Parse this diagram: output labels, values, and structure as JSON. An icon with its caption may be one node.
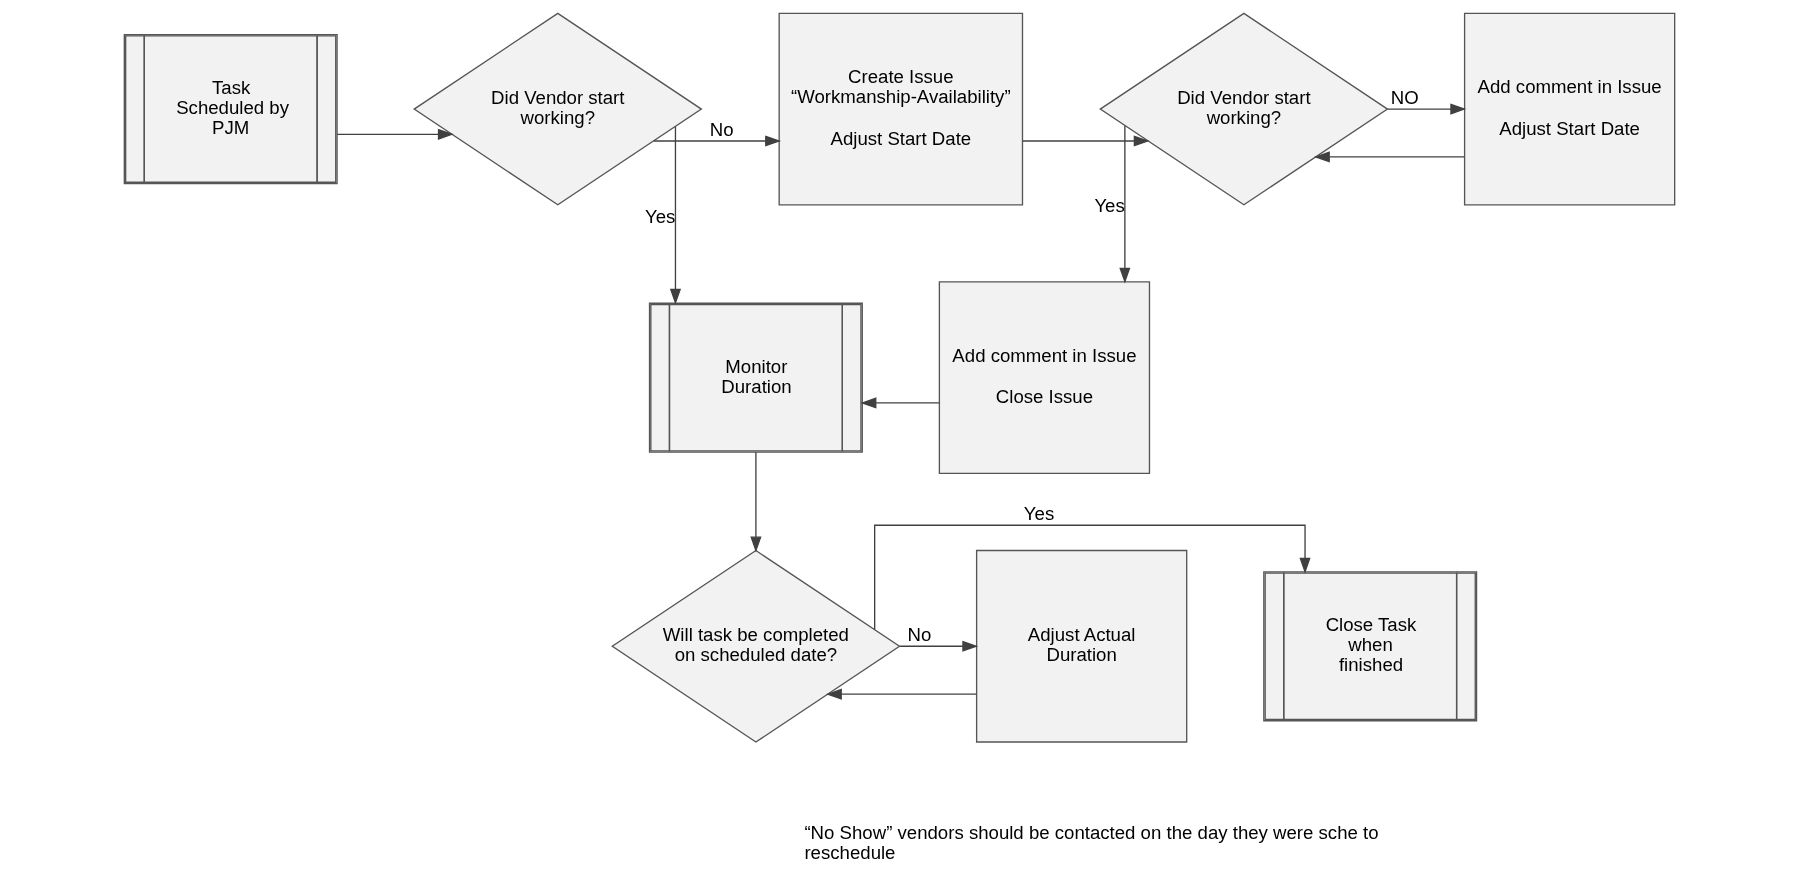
{
  "diagram": {
    "nodes": [
      {
        "text": [
          "Task Scheduled by PJM"
        ]
      },
      {
        "text": [
          "Did Vendor start working?"
        ]
      },
      {
        "text": [
          "Create Issue “Workmanship-Availability”",
          "Adjust Start Date"
        ]
      },
      {
        "text": [
          "Did Vendor start working?"
        ]
      },
      {
        "text": [
          "Add comment in Issue",
          "Adjust Start Date"
        ]
      },
      {
        "text": [
          "Monitor Duration"
        ]
      },
      {
        "text": [
          "Add comment in Issue",
          "Close Issue"
        ]
      },
      {
        "text": [
          "Close Task when finished"
        ]
      },
      {
        "text": [
          "Will task be completed on scheduled date?"
        ]
      },
      {
        "text": [
          "Adjust Actual Duration"
        ]
      }
    ],
    "edges": [
      {
        "from": 0,
        "to": 1,
        "arrow": "to"
      },
      {
        "from": 1,
        "to": 2,
        "arrow": "to",
        "label": "No"
      },
      {
        "from": 2,
        "to": 3,
        "arrow": "to"
      },
      {
        "from": 3,
        "to": 4,
        "arrow": "to",
        "label": "NO"
      },
      {
        "from": 4,
        "to": 3,
        "arrow": "to"
      },
      {
        "from": 1,
        "to": 5,
        "arrow": "to",
        "label": "Yes"
      },
      {
        "from": 3,
        "to": 6,
        "arrow": "to",
        "label": "Yes"
      },
      {
        "from": 6,
        "to": 5,
        "arrow": "to"
      },
      {
        "from": 5,
        "to": 8,
        "arrow": "to"
      },
      {
        "from": 8,
        "to": 7,
        "arrow": "to",
        "label": "Yes"
      },
      {
        "from": 8,
        "to": 9,
        "arrow": "to",
        "label": "No"
      },
      {
        "from": 9,
        "to": 8,
        "arrow": "to"
      }
    ],
    "labels": [
      "“No Show” vendors should be contacted on the day they were sche to reschedule"
    ]
  }
}
